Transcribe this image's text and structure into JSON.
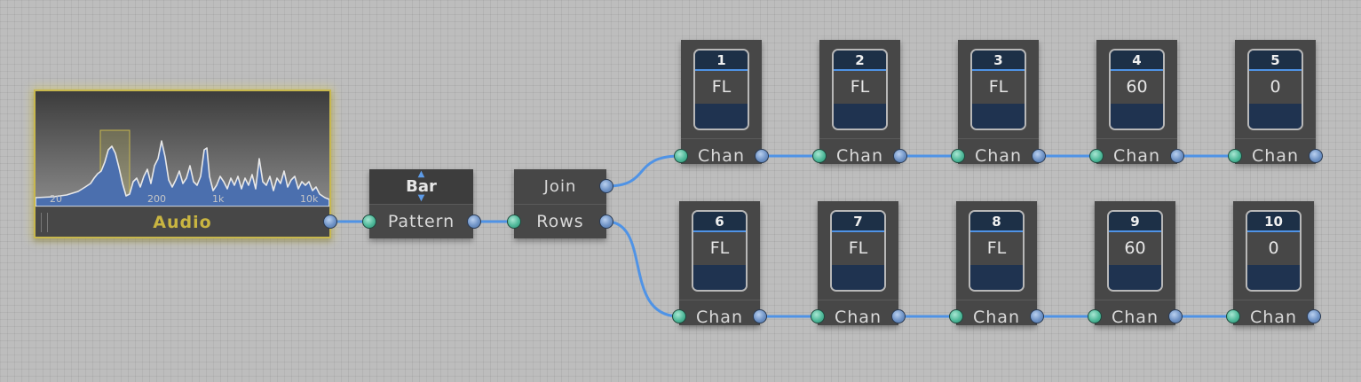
{
  "canvas": {
    "background": "#bdbdbd",
    "wire_color": "#4f93e6"
  },
  "audio_node": {
    "label": "Audio",
    "highlight_color": "#c8b84e",
    "spectrum": {
      "freq_labels": [
        "20",
        "200",
        "1k",
        "10k"
      ]
    }
  },
  "pattern_node": {
    "selected": "Bar",
    "port_label": "Pattern"
  },
  "join_node": {
    "title": "Join",
    "port_label": "Rows"
  },
  "chan_nodes": [
    {
      "num": "1",
      "value": "FL",
      "label": "Chan"
    },
    {
      "num": "2",
      "value": "FL",
      "label": "Chan"
    },
    {
      "num": "3",
      "value": "FL",
      "label": "Chan"
    },
    {
      "num": "4",
      "value": "60",
      "label": "Chan"
    },
    {
      "num": "5",
      "value": "0",
      "label": "Chan"
    },
    {
      "num": "6",
      "value": "FL",
      "label": "Chan"
    },
    {
      "num": "7",
      "value": "FL",
      "label": "Chan"
    },
    {
      "num": "8",
      "value": "FL",
      "label": "Chan"
    },
    {
      "num": "9",
      "value": "60",
      "label": "Chan"
    },
    {
      "num": "10",
      "value": "0",
      "label": "Chan"
    }
  ]
}
